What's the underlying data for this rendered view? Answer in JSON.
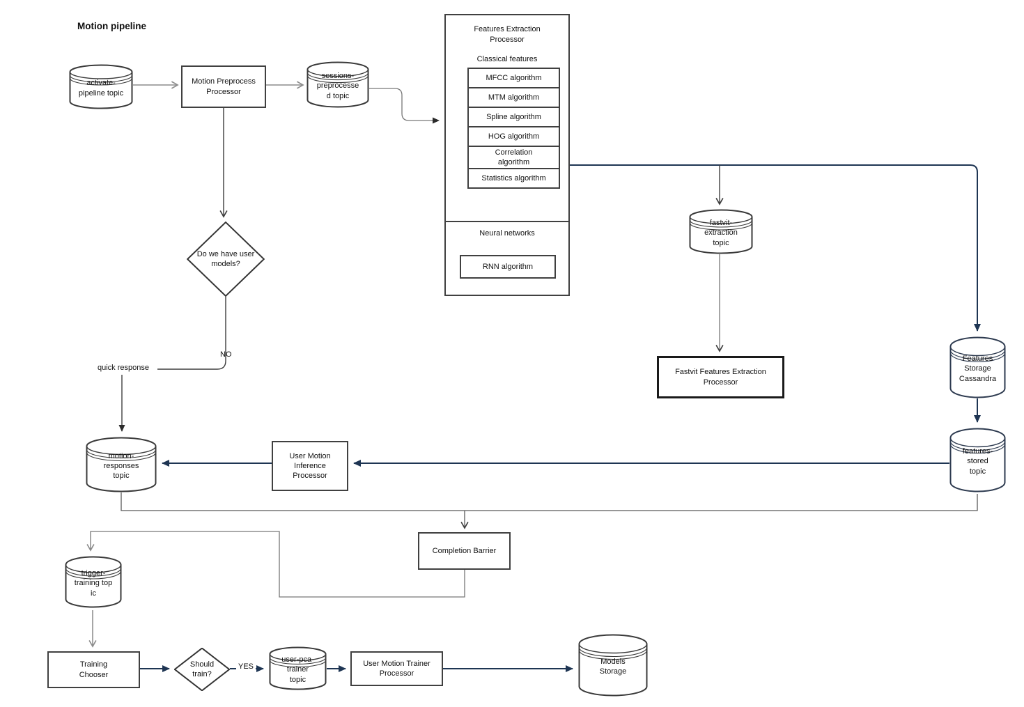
{
  "title": "Motion pipeline",
  "nodes": {
    "activate_topic": "activate-\npipeline topic",
    "motion_preprocess": "Motion Preprocess\nProcessor",
    "sessions_topic": "sessions-\npreprocesse\nd topic",
    "fep_title": "Features Extraction\nProcessor",
    "classical_features": "Classical features",
    "neural_networks": "Neural networks",
    "rnn": "RNN algorithm",
    "fastvit_topic": "fastvit-\nextraction\ntopic",
    "fastvit_processor": "Fastvit Features Extraction\nProcessor",
    "cassandra": "Features\nStorage\nCassandra",
    "features_stored": "features-\nstored\ntopic",
    "user_models_decision": "Do we have user\nmodels?",
    "motion_responses": "motion-\nresponses\ntopic",
    "inference_processor": "User Motion\nInference\nProcessor",
    "completion_barrier": "Completion Barrier",
    "trigger_topic": "trigger-\ntraining top\nic",
    "training_chooser": "Training\nChooser",
    "should_train": "Should\ntrain?",
    "user_pca_topic": "user-pca-\ntrainer\ntopic",
    "trainer_processor": "User Motion Trainer\nProcessor",
    "models_storage": "Models\nStorage"
  },
  "algorithms": [
    "MFCC algorithm",
    "MTM algorithm",
    "Spline algorithm",
    "HOG algorithm",
    "Correlation\nalgorithm",
    "Statistics algorithm"
  ],
  "labels": {
    "no": "NO",
    "yes": "YES",
    "quick_response": "quick response"
  },
  "colors": {
    "navy": "#1e3553",
    "gray": "#8c8c8c",
    "stroke_dark": "#333333",
    "cyl_stroke": "#3a3a3a",
    "cyl_navy": "#2e3b50",
    "background": "#ffffff"
  }
}
